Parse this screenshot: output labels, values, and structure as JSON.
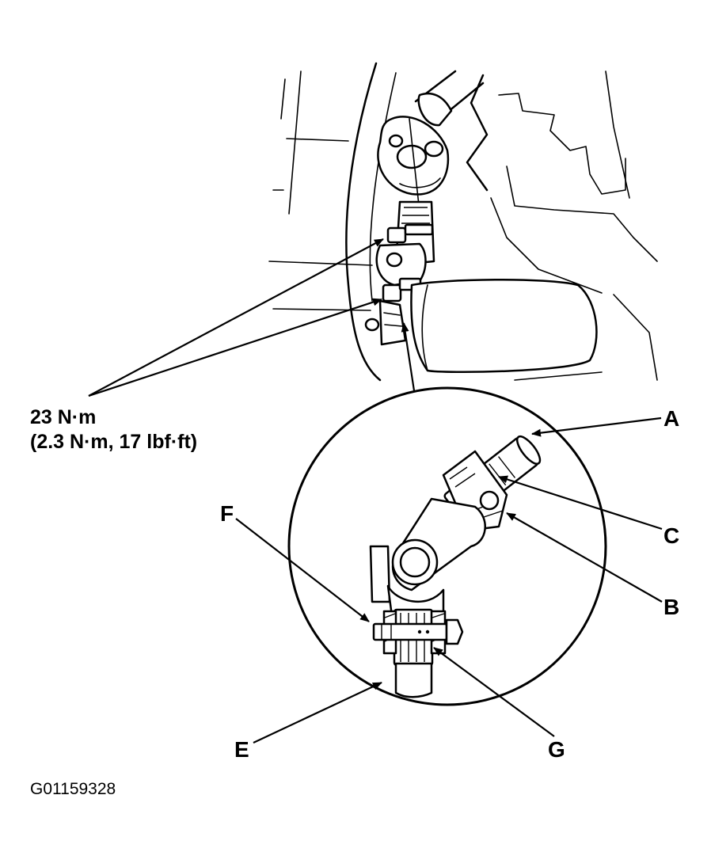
{
  "torque_spec": {
    "line1": "23 N·m",
    "line2": "(2.3 N·m, 17 lbf·ft)"
  },
  "callouts": {
    "A": "A",
    "B": "B",
    "C": "C",
    "E": "E",
    "F": "F",
    "G": "G"
  },
  "figure_code": "G01159328"
}
